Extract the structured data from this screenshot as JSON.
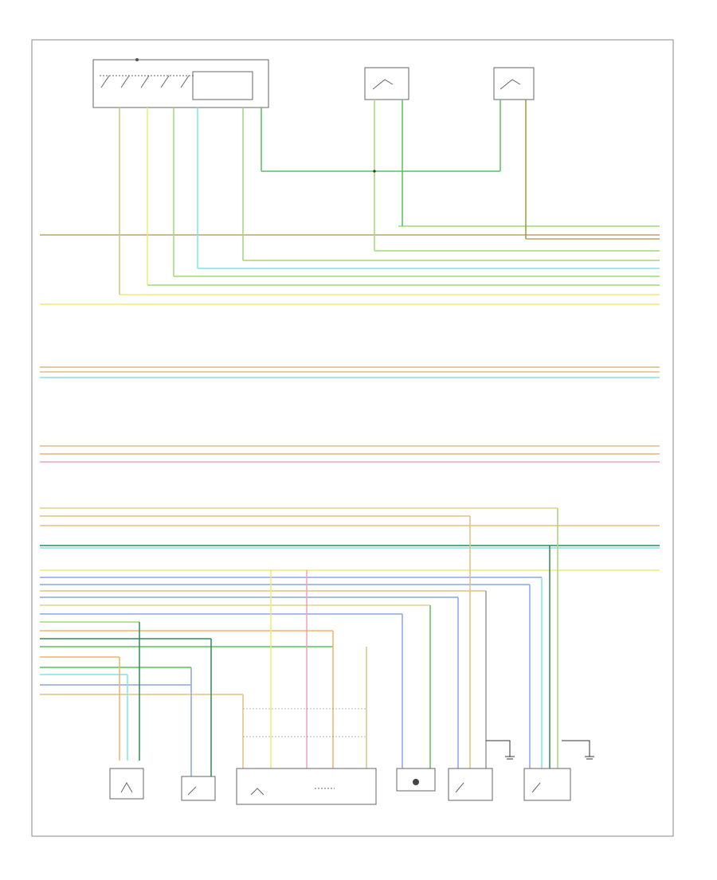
{
  "diagram": {
    "footer_code": "",
    "components": [
      {
        "id": "switch-assy",
        "label": ""
      },
      {
        "id": "top-sensor-1",
        "label": ""
      },
      {
        "id": "top-sensor-2",
        "label": ""
      },
      {
        "id": "temp-sensor",
        "label": ""
      },
      {
        "id": "pos-sensor",
        "label": ""
      },
      {
        "id": "throttle-body",
        "label": ""
      },
      {
        "id": "relay",
        "label": ""
      },
      {
        "id": "ign-coil-1",
        "label": ""
      },
      {
        "id": "ign-coil-2",
        "label": ""
      }
    ],
    "colors": {
      "tan": "#c9a060",
      "yellow": "#f2ea6e",
      "light_green": "#9edc74",
      "green": "#55c455",
      "dark_green": "#2f8a5a",
      "cyan": "#7fe6ea",
      "blue": "#8aa6e8",
      "pink": "#f7a0b8",
      "orange": "#f4b06a",
      "grey": "#9a9a9a",
      "black": "#333333"
    }
  }
}
